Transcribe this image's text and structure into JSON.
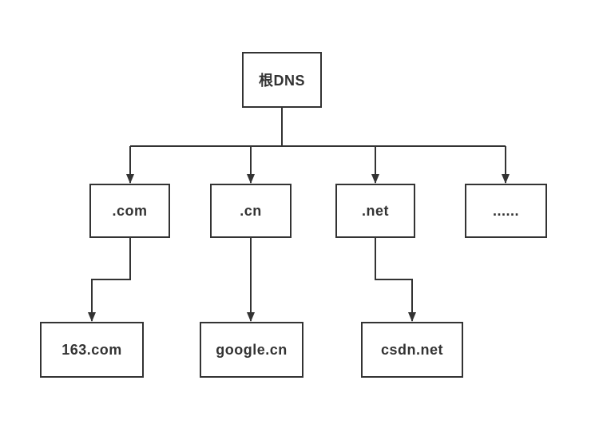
{
  "diagram": {
    "type": "tree",
    "nodes": {
      "root": {
        "label": "根DNS"
      },
      "com": {
        "label": ".com"
      },
      "cn": {
        "label": ".cn"
      },
      "net": {
        "label": ".net"
      },
      "others": {
        "label": "......"
      },
      "site_163": {
        "label": "163.com"
      },
      "site_google": {
        "label": "google.cn"
      },
      "site_csdn": {
        "label": "csdn.net"
      }
    },
    "edges": [
      {
        "from": "root",
        "to": "com"
      },
      {
        "from": "root",
        "to": "cn"
      },
      {
        "from": "root",
        "to": "net"
      },
      {
        "from": "root",
        "to": "others"
      },
      {
        "from": "com",
        "to": "site_163"
      },
      {
        "from": "cn",
        "to": "site_google"
      },
      {
        "from": "net",
        "to": "site_csdn"
      }
    ],
    "colors": {
      "line": "#333333",
      "text": "#333333",
      "node_fill": "#ffffff",
      "background": "#ffffff"
    }
  }
}
